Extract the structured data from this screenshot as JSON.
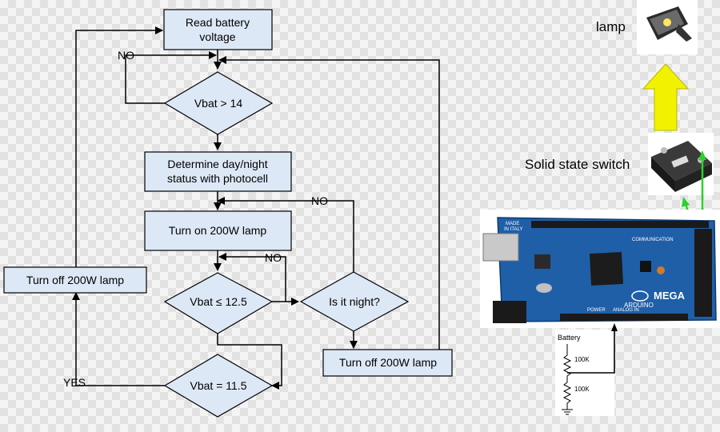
{
  "flowchart": {
    "read_battery": [
      "Read battery",
      "voltage"
    ],
    "vbat_gt_14": "Vbat > 14",
    "determine": [
      "Determine day/night",
      "status with photocell"
    ],
    "turn_on": "Turn on 200W lamp",
    "vbat_le_125": "Vbat ≤ 12.5",
    "is_it_night": "Is it night?",
    "turn_off_right": "Turn off 200W lamp",
    "turn_off_left": "Turn off 200W lamp",
    "vbat_eq_115": "Vbat = 11.5",
    "no_label": "NO",
    "yes_label": "YES"
  },
  "hardware": {
    "lamp_label": "lamp",
    "switch_label": "Solid state switch",
    "board_mega": "MEGA",
    "board_brand": "ARDUINO",
    "board_italy": [
      "MADE",
      "IN ITALY"
    ],
    "board_comm": "COMMUNICATION",
    "board_power": "POWER",
    "board_analog": "ANALOG IN",
    "battery_label": "Battery",
    "r1": "100K",
    "r2": "100K"
  },
  "colors": {
    "box_fill": "#dde8f6",
    "board_blue": "#1f5fa8",
    "arrow_yellow": "#f2f200",
    "signal_green": "#2bd12b"
  }
}
